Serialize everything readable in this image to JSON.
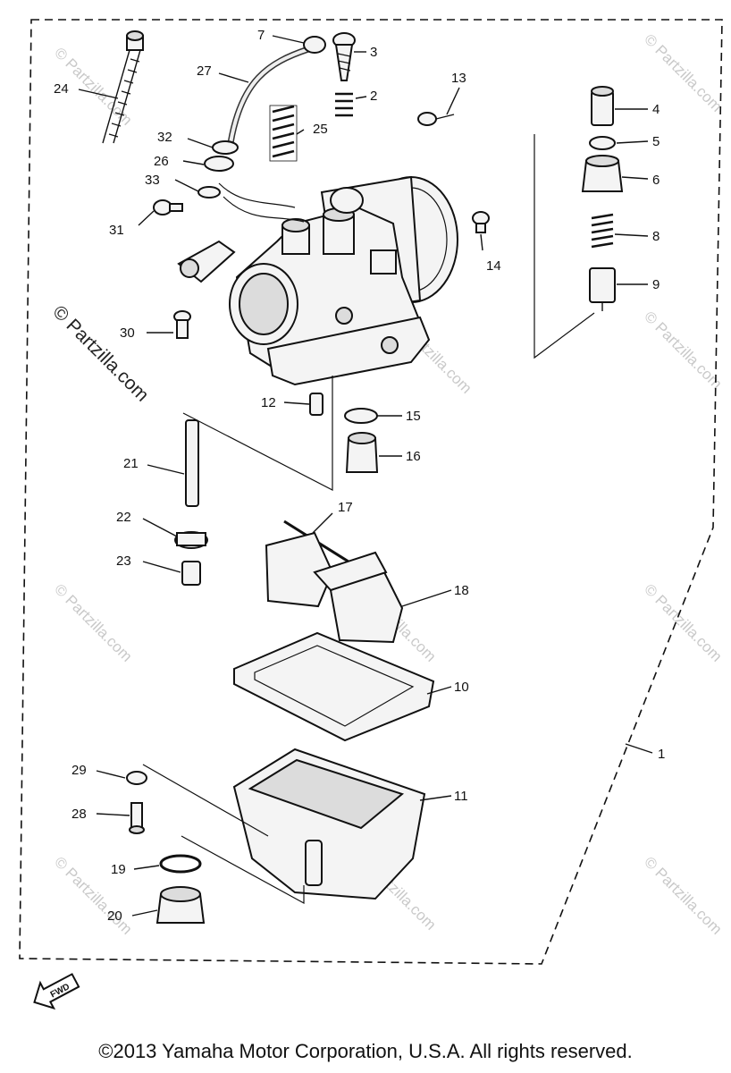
{
  "watermark": "© Partzilla.com",
  "fwd_label": "FWD",
  "copyright": "©2013 Yamaha Motor Corporation, U.S.A. All rights reserved.",
  "callouts": {
    "p1": "1",
    "p2": "2",
    "p3": "3",
    "p4": "4",
    "p5": "5",
    "p6": "6",
    "p7": "7",
    "p8": "8",
    "p9": "9",
    "p10": "10",
    "p11": "11",
    "p12": "12",
    "p13": "13",
    "p14": "14",
    "p15": "15",
    "p16": "16",
    "p17": "17",
    "p18": "18",
    "p19": "19",
    "p20": "20",
    "p21": "21",
    "p22": "22",
    "p23": "23",
    "p24": "24",
    "p25": "25",
    "p26": "26",
    "p27": "27",
    "p28": "28",
    "p29": "29",
    "p30": "30",
    "p31": "31",
    "p32": "32",
    "p33": "33"
  }
}
